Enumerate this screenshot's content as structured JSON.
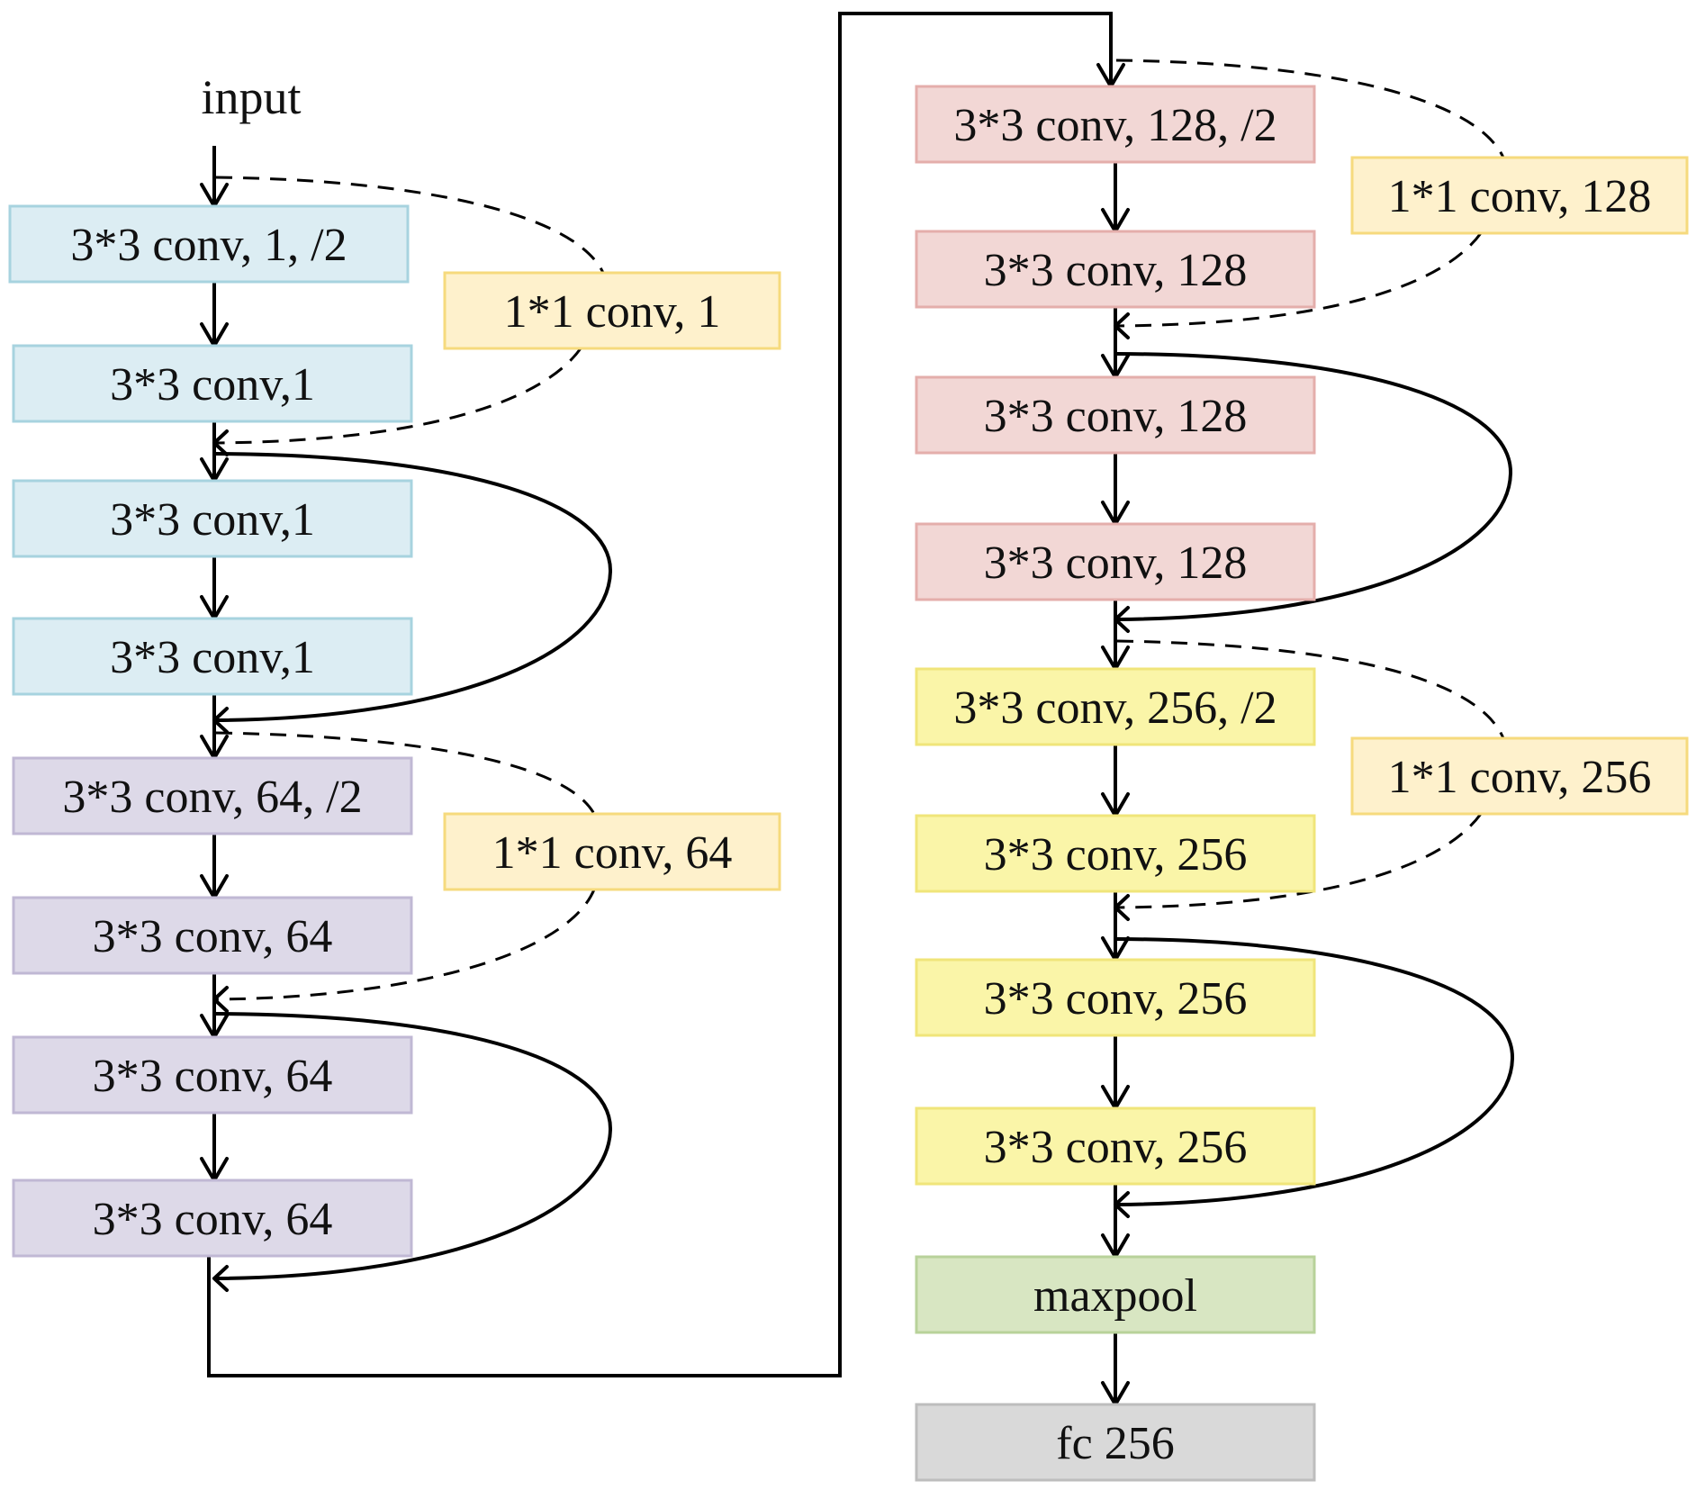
{
  "input_label": "input",
  "colors": {
    "blue": {
      "fill": "#dcedf3",
      "stroke": "#a7d3df"
    },
    "purple": {
      "fill": "#ddd9e8",
      "stroke": "#c0b8d4"
    },
    "shortcut": {
      "fill": "#fef1cc",
      "stroke": "#f6da7d"
    },
    "red": {
      "fill": "#f2d7d5",
      "stroke": "#e4aeab"
    },
    "yellow": {
      "fill": "#faf5a8",
      "stroke": "#f0e57a"
    },
    "green": {
      "fill": "#d8e6c2",
      "stroke": "#b8d29a"
    },
    "gray": {
      "fill": "#d9d9d9",
      "stroke": "#bdbdbd"
    }
  },
  "left_column": [
    {
      "label": "3*3 conv, 1, /2",
      "color": "blue"
    },
    {
      "label": "3*3 conv,1",
      "color": "blue"
    },
    {
      "label": "3*3 conv,1",
      "color": "blue"
    },
    {
      "label": "3*3 conv,1",
      "color": "blue"
    },
    {
      "label": "3*3 conv, 64, /2",
      "color": "purple"
    },
    {
      "label": "3*3 conv, 64",
      "color": "purple"
    },
    {
      "label": "3*3 conv, 64",
      "color": "purple"
    },
    {
      "label": "3*3 conv, 64",
      "color": "purple"
    }
  ],
  "left_shortcuts": [
    {
      "label": "1*1 conv, 1",
      "color": "shortcut"
    },
    {
      "label": "1*1 conv, 64",
      "color": "shortcut"
    }
  ],
  "right_column": [
    {
      "label": "3*3 conv, 128, /2",
      "color": "red"
    },
    {
      "label": "3*3 conv, 128",
      "color": "red"
    },
    {
      "label": "3*3 conv, 128",
      "color": "red"
    },
    {
      "label": "3*3 conv, 128",
      "color": "red"
    },
    {
      "label": "3*3 conv, 256, /2",
      "color": "yellow"
    },
    {
      "label": "3*3 conv, 256",
      "color": "yellow"
    },
    {
      "label": "3*3 conv, 256",
      "color": "yellow"
    },
    {
      "label": "3*3 conv, 256",
      "color": "yellow"
    },
    {
      "label": "maxpool",
      "color": "green"
    },
    {
      "label": "fc 256",
      "color": "gray"
    }
  ],
  "right_shortcuts": [
    {
      "label": "1*1 conv, 128",
      "color": "shortcut"
    },
    {
      "label": "1*1 conv, 256",
      "color": "shortcut"
    }
  ]
}
